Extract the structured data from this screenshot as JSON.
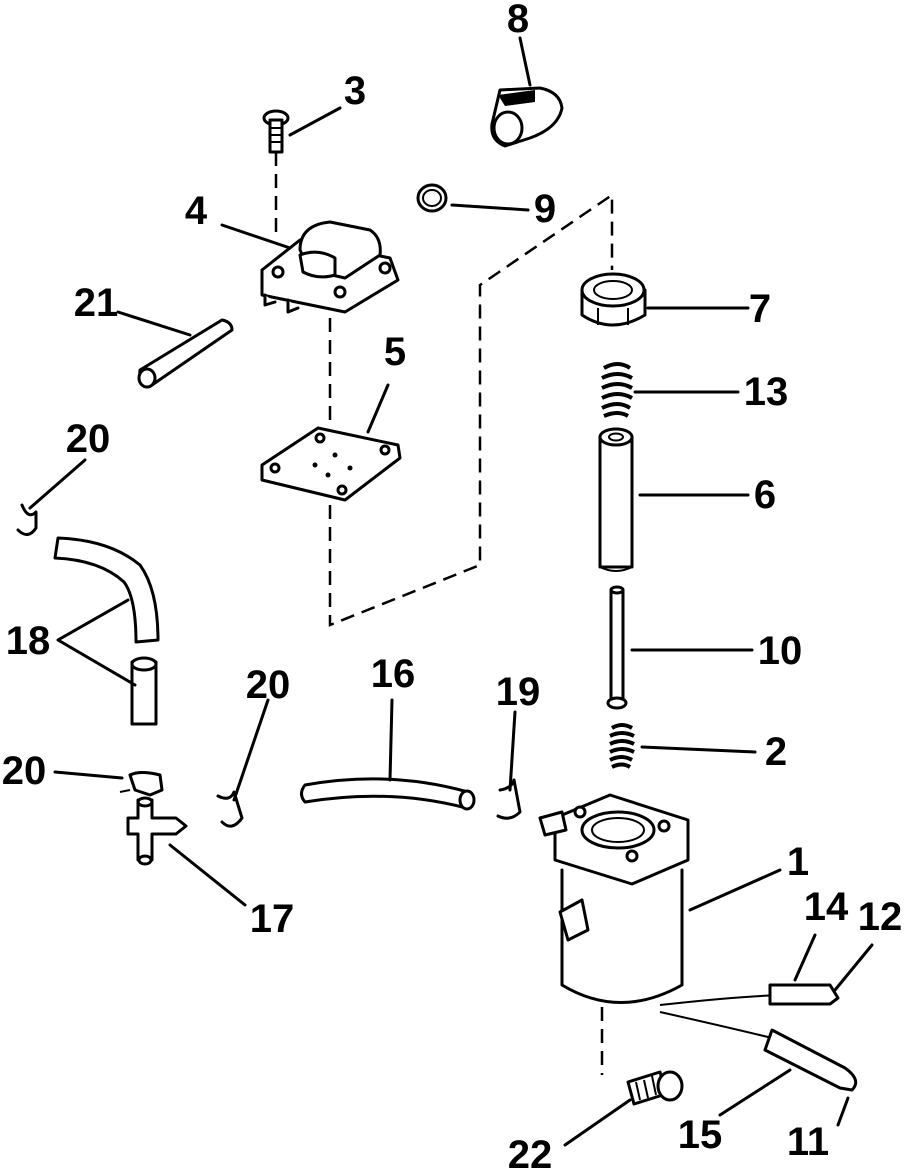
{
  "diagram": {
    "callouts": [
      {
        "id": "c1",
        "label": "1"
      },
      {
        "id": "c2",
        "label": "2"
      },
      {
        "id": "c3",
        "label": "3"
      },
      {
        "id": "c4",
        "label": "4"
      },
      {
        "id": "c5",
        "label": "5"
      },
      {
        "id": "c6",
        "label": "6"
      },
      {
        "id": "c7",
        "label": "7"
      },
      {
        "id": "c8",
        "label": "8"
      },
      {
        "id": "c9",
        "label": "9"
      },
      {
        "id": "c10",
        "label": "10"
      },
      {
        "id": "c11",
        "label": "11"
      },
      {
        "id": "c12",
        "label": "12"
      },
      {
        "id": "c13",
        "label": "13"
      },
      {
        "id": "c14",
        "label": "14"
      },
      {
        "id": "c15",
        "label": "15"
      },
      {
        "id": "c16",
        "label": "16"
      },
      {
        "id": "c17",
        "label": "17"
      },
      {
        "id": "c18",
        "label": "18"
      },
      {
        "id": "c19",
        "label": "19"
      },
      {
        "id": "c20a",
        "label": "20"
      },
      {
        "id": "c20b",
        "label": "20"
      },
      {
        "id": "c20c",
        "label": "20"
      },
      {
        "id": "c21",
        "label": "21"
      },
      {
        "id": "c22",
        "label": "22"
      }
    ]
  }
}
